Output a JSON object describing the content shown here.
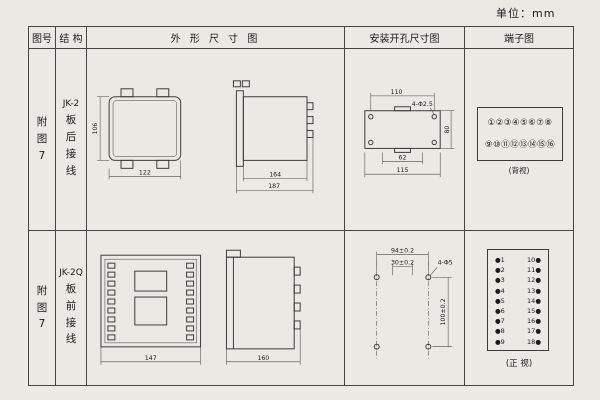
{
  "page": {
    "unit_label": "单位：mm"
  },
  "table": {
    "headers": {
      "fig": "图号",
      "struct": "结 构",
      "outline": "外 形 尺 寸 图",
      "install": "安装开孔尺寸图",
      "terminal": "端子图"
    },
    "rows": [
      {
        "figure": "附\n图\n7",
        "structure_model": "JK-2",
        "structure_text": "板\n后\n接\n线",
        "outline": {
          "height": "106",
          "width": "122",
          "depth": "164",
          "depth_total": "187"
        },
        "install": {
          "width_top": "110",
          "holes_label": "4-Φ2.5",
          "span_inner": "62",
          "span_total": "115",
          "height": "80"
        },
        "terminal": {
          "row_top": "①②③④⑤⑥⑦⑧",
          "row_bottom": "⑨⑩⑪⑫⑬⑭⑮⑯",
          "view_label": "(背视)"
        }
      },
      {
        "figure": "附\n图\n7",
        "structure_model": "JK-2Q",
        "structure_text": "板\n前\n接\n线",
        "outline": {
          "width": "147",
          "depth": "160"
        },
        "install": {
          "span_outer": "94±0.2",
          "span_inner": "30±0.2",
          "holes_label": "4-Φ5",
          "height": "100±0.2"
        },
        "terminal": {
          "left_col": "●1\n●2\n●3\n●4\n●5\n●6\n●7\n●8\n●9",
          "right_col": "10●\n11●\n12●\n13●\n14●\n15●\n16●\n17●\n18●",
          "view_label": "(正 视)"
        }
      }
    ]
  }
}
